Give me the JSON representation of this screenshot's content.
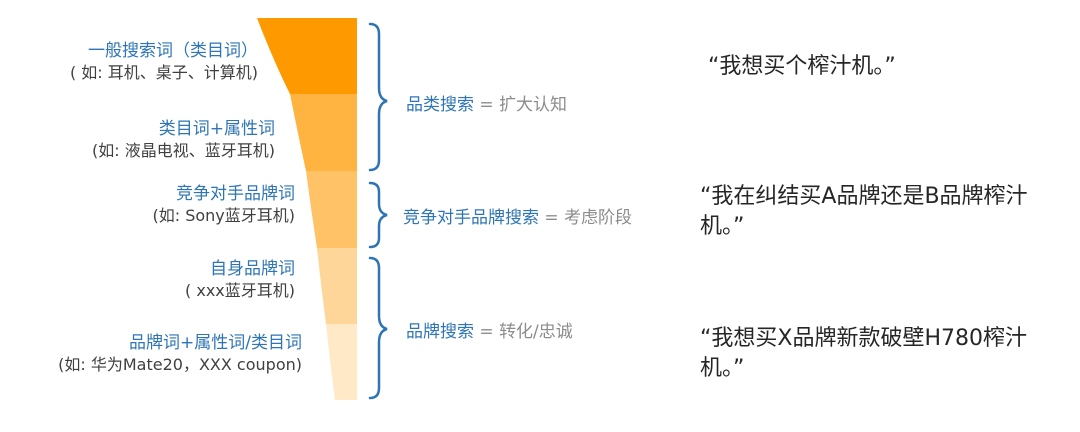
{
  "funnel": {
    "colors": [
      "#ff9900",
      "#ffb340",
      "#ffc266",
      "#ffd699",
      "#ffe9c7"
    ],
    "levels": [
      {
        "title": "一般搜索词（类目词）",
        "example": "( 如: 耳机、桌子、计算机)"
      },
      {
        "title": "类目词+属性词",
        "example": "(如: 液晶电视、蓝牙耳机)"
      },
      {
        "title": "竞争对手品牌词",
        "example": "(如: Sony蓝牙耳机)"
      },
      {
        "title": "自身品牌词",
        "example": "( xxx蓝牙耳机)"
      },
      {
        "title": "品牌词+属性词/类目词",
        "example": "(如: 华为Mate20，XXX coupon)"
      }
    ]
  },
  "brackets": {
    "color": "#2e75b6",
    "items": [
      {
        "term": "品类搜索",
        "eq": "=",
        "stage": "扩大认知"
      },
      {
        "term": "竞争对手品牌搜索",
        "eq": "=",
        "stage": "考虑阶段"
      },
      {
        "term": "品牌搜索",
        "eq": "=",
        "stage": "转化/忠诚"
      }
    ]
  },
  "quotes": [
    "“我想买个榨汁机。”",
    "“我在纠结买A品牌还是B品牌榨汁机。”",
    "“我想买X品牌新款破壁H780榨汁机。”"
  ]
}
